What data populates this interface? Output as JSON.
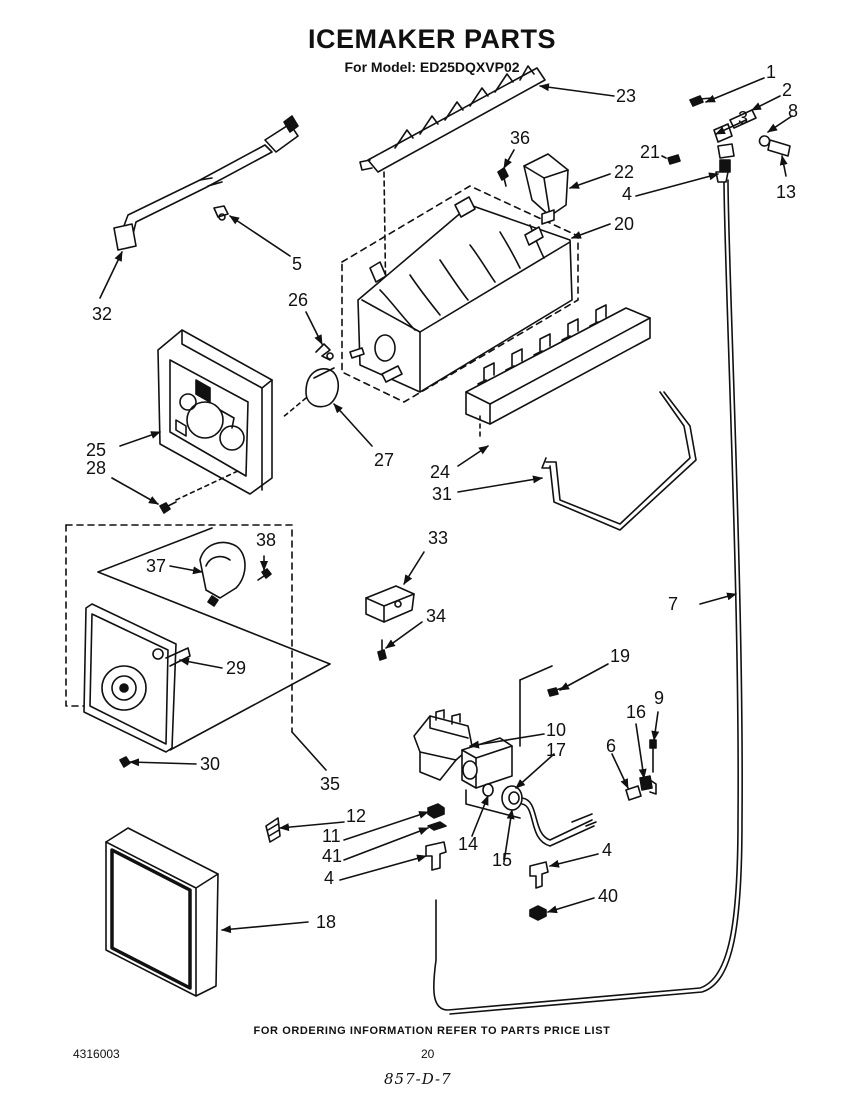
{
  "header": {
    "title": "ICEMAKER PARTS",
    "model_line": "For Model: ED25DQXVP02"
  },
  "callouts": [
    {
      "id": "c1",
      "label": "1"
    },
    {
      "id": "c2",
      "label": "2"
    },
    {
      "id": "c3",
      "label": "3"
    },
    {
      "id": "c8",
      "label": "8"
    },
    {
      "id": "c21",
      "label": "21"
    },
    {
      "id": "c13",
      "label": "13"
    },
    {
      "id": "c4a",
      "label": "4"
    },
    {
      "id": "c23",
      "label": "23"
    },
    {
      "id": "c36",
      "label": "36"
    },
    {
      "id": "c22",
      "label": "22"
    },
    {
      "id": "c20",
      "label": "20"
    },
    {
      "id": "c5",
      "label": "5"
    },
    {
      "id": "c32",
      "label": "32"
    },
    {
      "id": "c26",
      "label": "26"
    },
    {
      "id": "c25",
      "label": "25"
    },
    {
      "id": "c28",
      "label": "28"
    },
    {
      "id": "c27",
      "label": "27"
    },
    {
      "id": "c24",
      "label": "24"
    },
    {
      "id": "c31",
      "label": "31"
    },
    {
      "id": "c37",
      "label": "37"
    },
    {
      "id": "c38",
      "label": "38"
    },
    {
      "id": "c29",
      "label": "29"
    },
    {
      "id": "c30",
      "label": "30"
    },
    {
      "id": "c35",
      "label": "35"
    },
    {
      "id": "c33",
      "label": "33"
    },
    {
      "id": "c34",
      "label": "34"
    },
    {
      "id": "c7",
      "label": "7"
    },
    {
      "id": "c19",
      "label": "19"
    },
    {
      "id": "c10",
      "label": "10"
    },
    {
      "id": "c17",
      "label": "17"
    },
    {
      "id": "c6",
      "label": "6"
    },
    {
      "id": "c16",
      "label": "16"
    },
    {
      "id": "c9",
      "label": "9"
    },
    {
      "id": "c12",
      "label": "12"
    },
    {
      "id": "c11",
      "label": "11"
    },
    {
      "id": "c41",
      "label": "41"
    },
    {
      "id": "c4b",
      "label": "4"
    },
    {
      "id": "c14",
      "label": "14"
    },
    {
      "id": "c15",
      "label": "15"
    },
    {
      "id": "c4c",
      "label": "4"
    },
    {
      "id": "c40",
      "label": "40"
    },
    {
      "id": "c18",
      "label": "18"
    }
  ],
  "footer": {
    "ordering_note": "FOR ORDERING INFORMATION REFER TO PARTS PRICE LIST",
    "doc_number": "4316003",
    "page_number": "20",
    "handwritten_note": "857-D-7"
  }
}
